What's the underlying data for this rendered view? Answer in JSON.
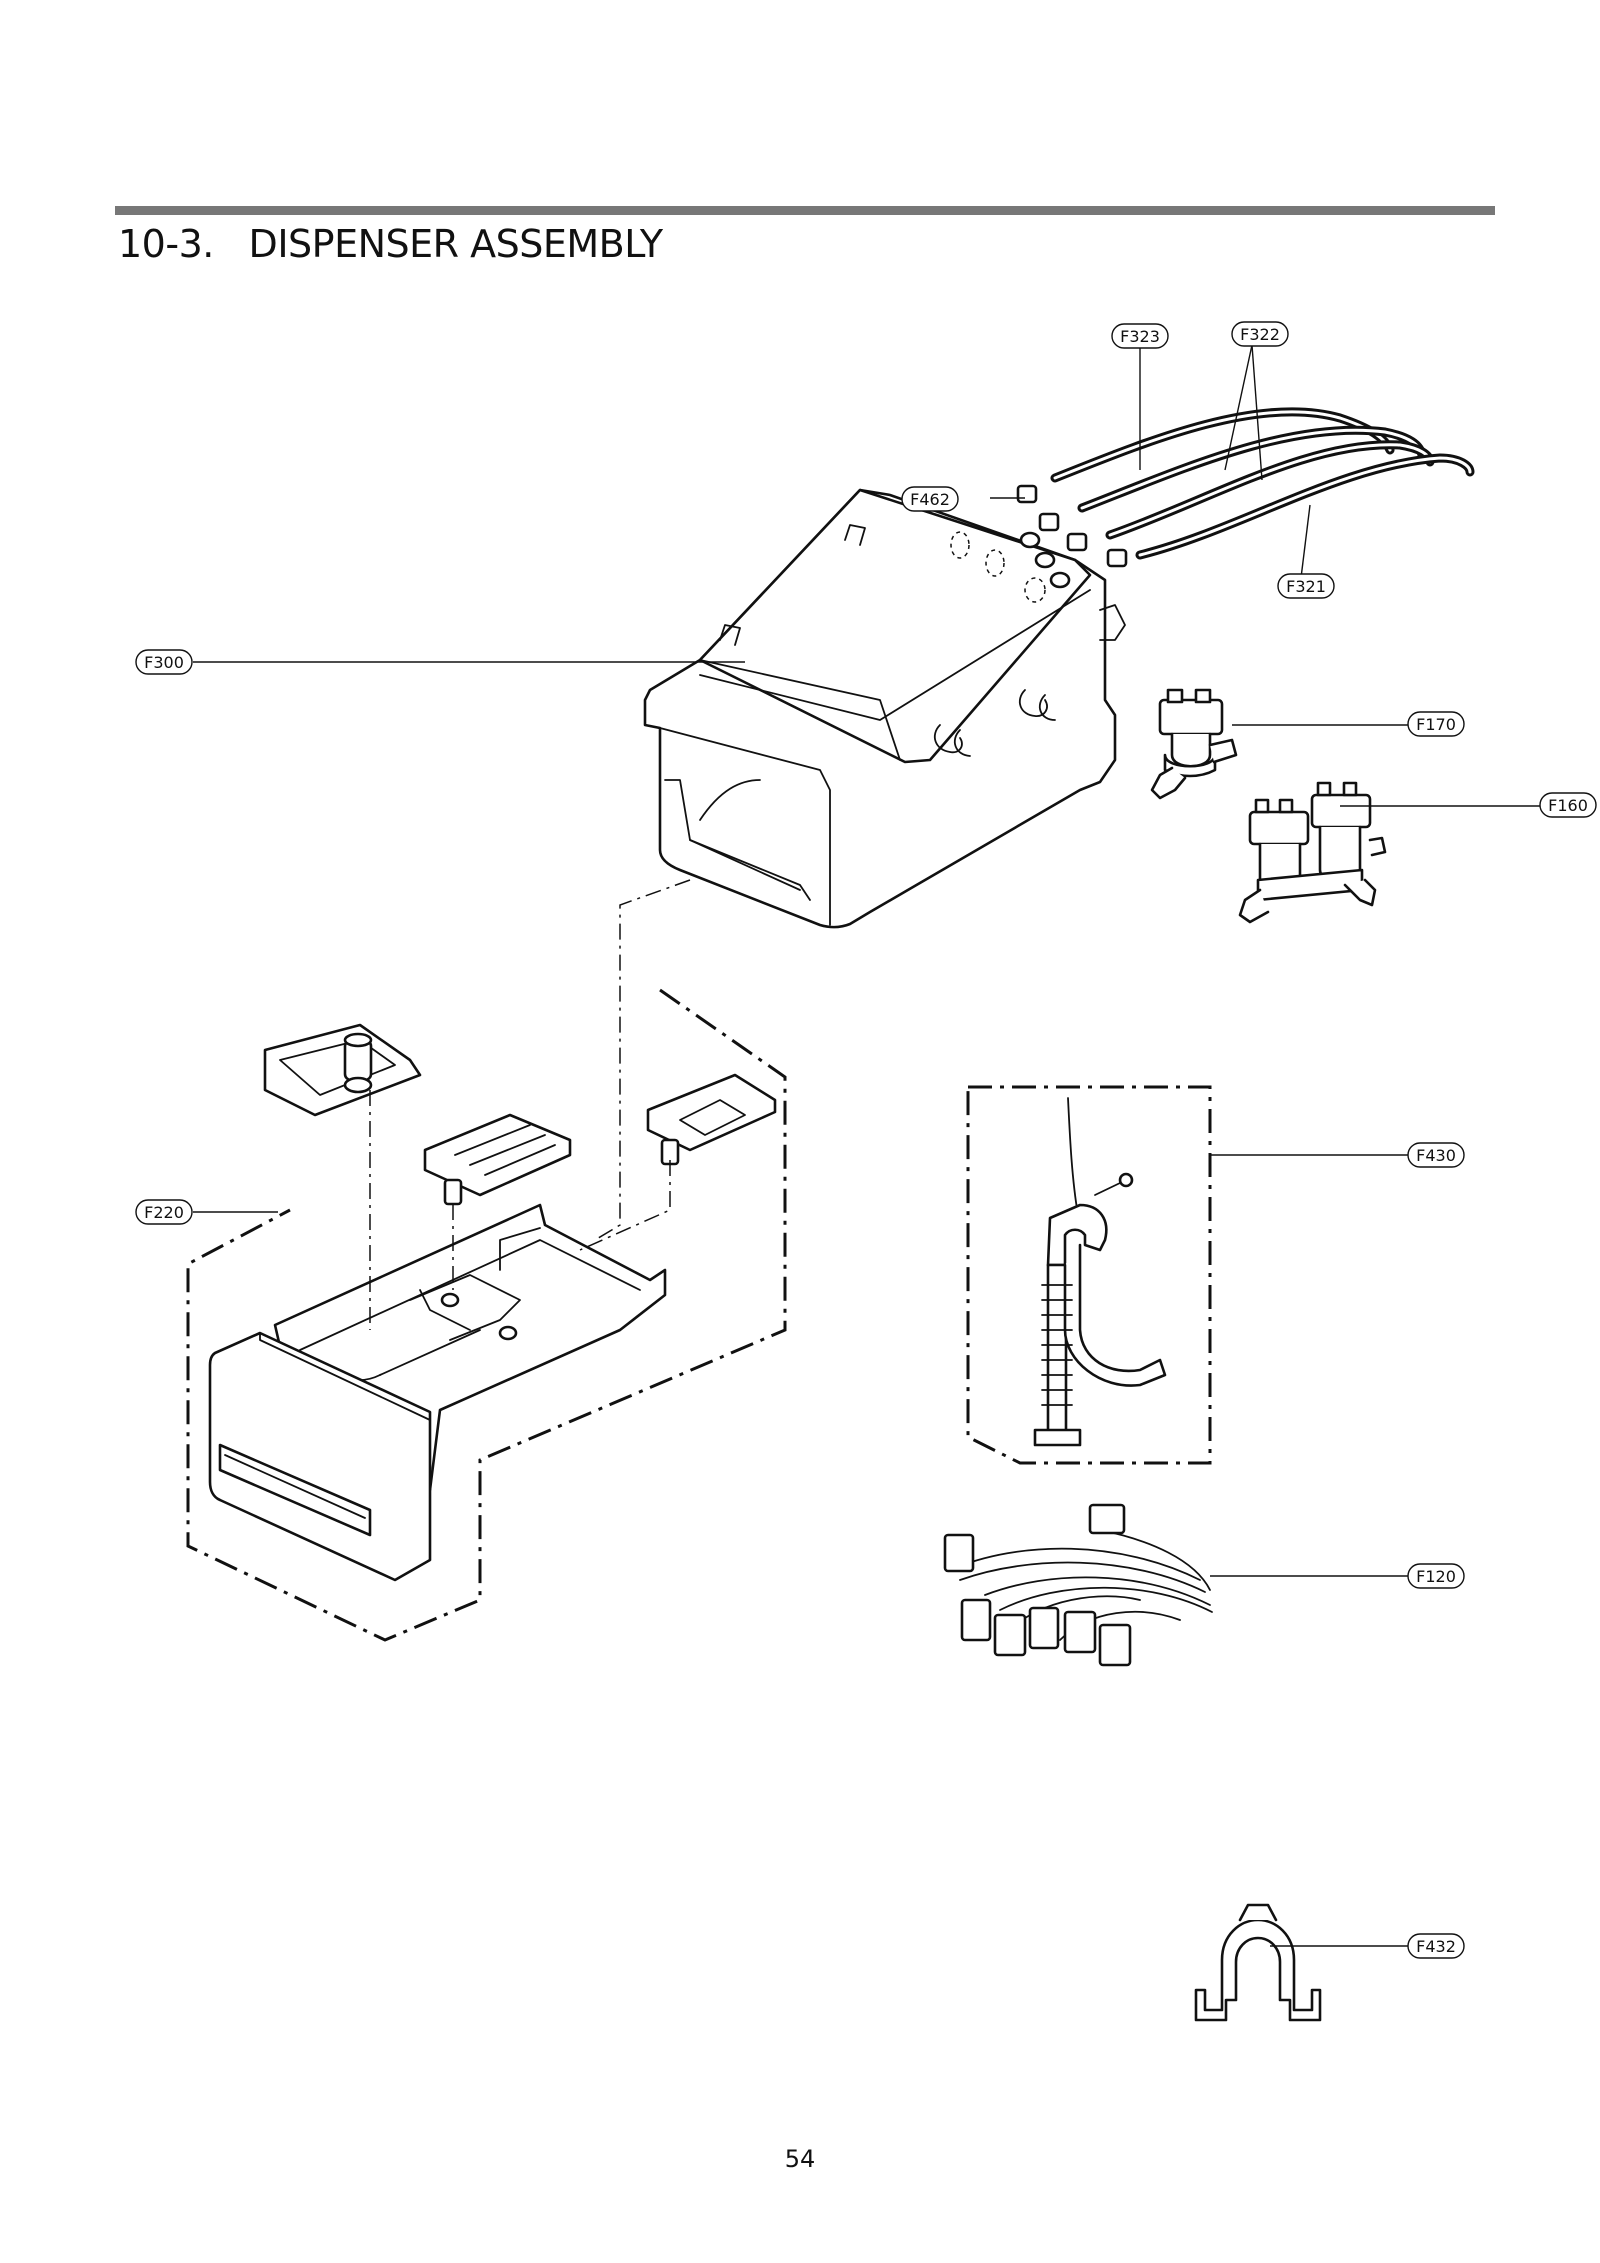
{
  "header": {
    "title": "10-3.   DISPENSER ASSEMBLY"
  },
  "callouts": [
    {
      "id": "f323",
      "label": "F323"
    },
    {
      "id": "f322",
      "label": "F322"
    },
    {
      "id": "f462",
      "label": "F462"
    },
    {
      "id": "f321",
      "label": "F321"
    },
    {
      "id": "f300",
      "label": "F300"
    },
    {
      "id": "f170",
      "label": "F170"
    },
    {
      "id": "f160",
      "label": "F160"
    },
    {
      "id": "f430",
      "label": "F430"
    },
    {
      "id": "f220",
      "label": "F220"
    },
    {
      "id": "f120",
      "label": "F120"
    },
    {
      "id": "f432",
      "label": "F432"
    }
  ],
  "footer": {
    "page_number": "54"
  }
}
